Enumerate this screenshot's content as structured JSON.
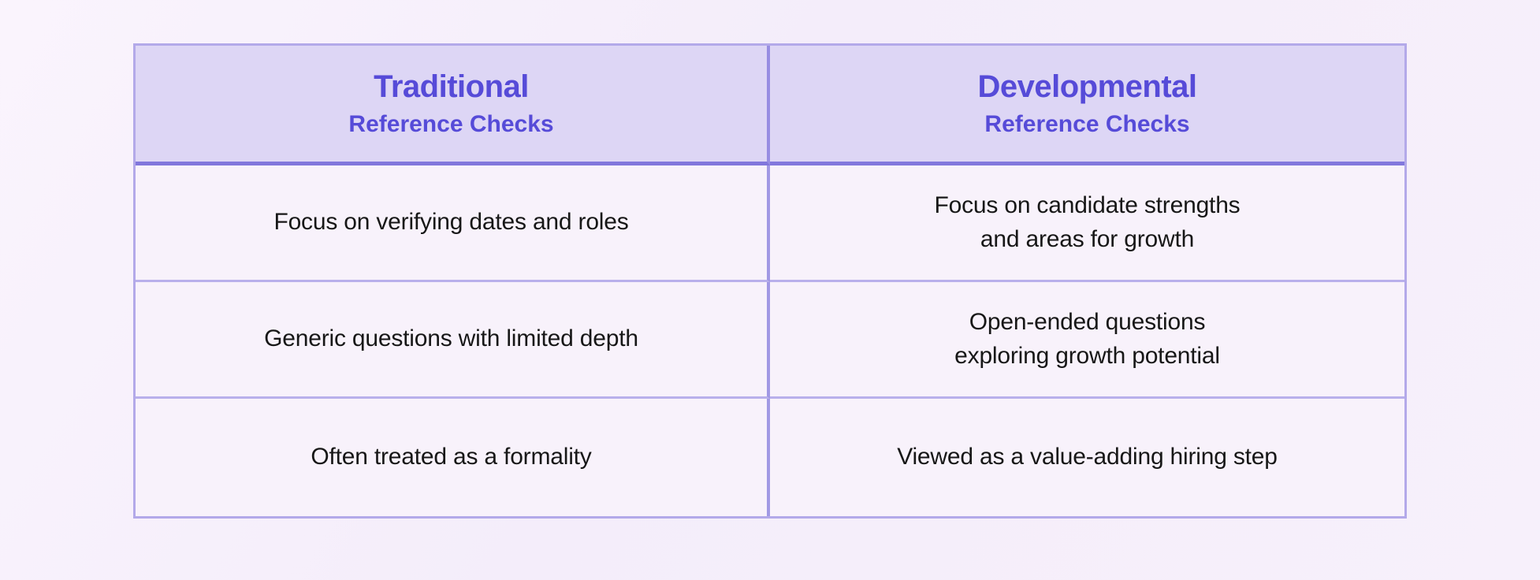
{
  "page": {
    "background_color": "#f6effa"
  },
  "table": {
    "accent_text_color": "#564bd8",
    "header_bg_color": "#ddd6f5",
    "cell_bg_color": "#f8f2fb",
    "border_color": "#8d83dc",
    "columns": [
      {
        "title": "Traditional",
        "subtitle": "Reference Checks"
      },
      {
        "title": "Developmental",
        "subtitle": "Reference Checks"
      }
    ],
    "rows": [
      {
        "cells": [
          "Focus on verifying dates and roles",
          "Focus on candidate strengths\nand areas for growth"
        ]
      },
      {
        "cells": [
          "Generic questions with limited depth",
          "Open-ended questions\nexploring growth potential"
        ]
      },
      {
        "cells": [
          "Often treated as a formality",
          "Viewed as a value-adding hiring step"
        ]
      }
    ]
  }
}
